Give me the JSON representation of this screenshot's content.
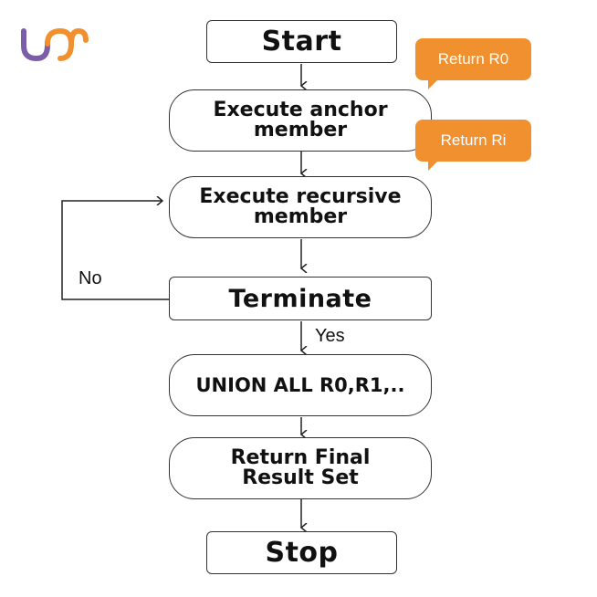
{
  "logo": {
    "icon": "brand-logo-icon",
    "colors": [
      "#7b5ea7",
      "#f0902f"
    ]
  },
  "nodes": {
    "start": "Start",
    "anchor": [
      "Execute anchor",
      "member"
    ],
    "recursive": [
      "Execute recursive",
      "member"
    ],
    "terminate": "Terminate",
    "union": "UNION ALL R0,R1,..",
    "final": [
      "Return Final",
      "Result Set"
    ],
    "stop": "Stop"
  },
  "callouts": {
    "return_r0": "Return R0",
    "return_ri": "Return Ri"
  },
  "edge_labels": {
    "no": "No",
    "yes": "Yes"
  },
  "colors": {
    "accent": "#f0902f",
    "logo_purple": "#7b5ea7",
    "border": "#333333"
  }
}
